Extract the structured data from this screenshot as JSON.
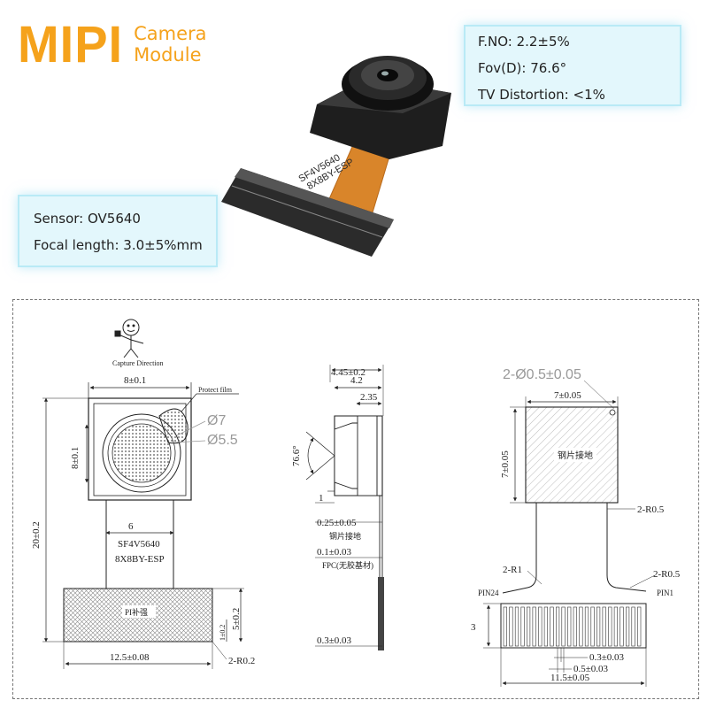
{
  "brand": {
    "logo": "MIPI",
    "line1": "Camera",
    "line2": "Module",
    "color": "#f5a21b"
  },
  "specs_right": [
    "F.NO: 2.2±5%",
    "Fov(D): 76.6°",
    "TV Distortion: <1%"
  ],
  "specs_left": [
    "Sensor: OV5640",
    "Focal length: 3.0±5%mm"
  ],
  "photo": {
    "flex_line1": "SF4V5640",
    "flex_line2": "8X8BY-ESP",
    "flex_color": "#d9852a"
  },
  "front_view": {
    "capture_direction": "Capture Direction",
    "width": "8±0.1",
    "protect_film": "Protect film",
    "diameter_outer": "Ø7",
    "diameter_inner": "Ø5.5",
    "height_module": "8±0.1",
    "total_length": "20±0.2",
    "flex_width": "6",
    "label_line1": "SF4V5640",
    "label_line2": "8X8BY-ESP",
    "stiffener": "PI补强",
    "stiffener_height": "5±0.2",
    "stiffener_offset": "1±0.2",
    "stiffener_width": "12.5±0.08",
    "corner_radius": "2-R0.2"
  },
  "side_view": {
    "total_height": "4.45±0.2",
    "holder_height": "4.2",
    "lens_height": "2.35",
    "fov_angle": "76.6°",
    "base": "1",
    "steel_thickness": "0.25±0.05",
    "steel_label": "钢片接地",
    "fpc_thickness": "0.1±0.03",
    "fpc_label": "FPC(无胶基材)",
    "pi_thickness": "0.3±0.03"
  },
  "back_view": {
    "holes": "2-Ø0.5±0.05",
    "width": "7±0.05",
    "height": "7±0.05",
    "steel_label": "钢片接地",
    "radius_1": "2-R0.5",
    "radius_2": "2-R1",
    "radius_3": "2-R0.5",
    "pin_last": "PIN24",
    "pin_first": "PIN1",
    "finger_length": "3",
    "finger_width": "0.3±0.03",
    "pitch": "0.5±0.03",
    "connector_width": "11.5±0.05"
  }
}
